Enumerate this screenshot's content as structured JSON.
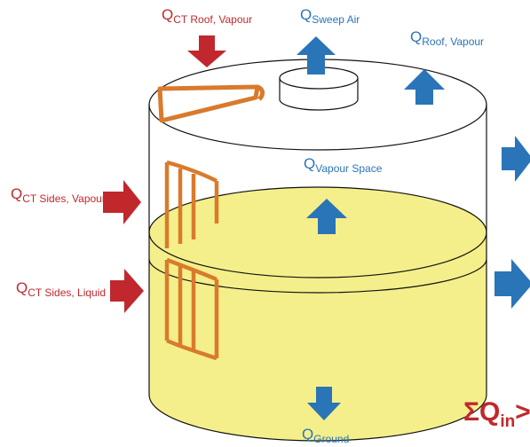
{
  "colors": {
    "heat_in": "#c0282d",
    "heat_out": "#2a74b8",
    "liquid": "#f4ef8a",
    "tank_outline": "#111111",
    "conductor": "#d97a2c"
  },
  "labels": {
    "ct_roof_vapour": {
      "main": "Q",
      "sub": "CT Roof, Vapour"
    },
    "sweep_air": {
      "main": "Q",
      "sub": "Sweep Air"
    },
    "roof_vapour": {
      "main": "Q",
      "sub": "Roof, Vapour"
    },
    "vapour_space": {
      "main": "Q",
      "sub": "Vapour Space"
    },
    "ct_sides_vapour": {
      "main": "Q",
      "sub": "CT Sides, Vapour"
    },
    "ct_sides_liquid": {
      "main": "Q",
      "sub": "CT Sides, Liquid"
    },
    "ground": {
      "main": "Q",
      "sub": "Ground"
    }
  },
  "summation": {
    "prefix": "ΣQ",
    "sub": "in",
    "suffix": ">"
  }
}
